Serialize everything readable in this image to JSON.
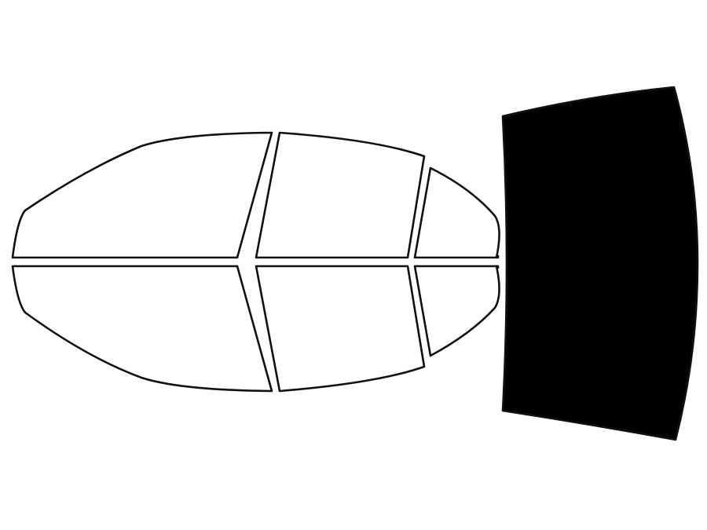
{
  "colors": {
    "background": "#ffffff",
    "outline": "#111111",
    "untinted_fill": "#ffffff",
    "tinted_fill": "#000000"
  },
  "pieces": [
    {
      "id": "windshield",
      "tinted": true
    },
    {
      "id": "top-rear-quarter-window",
      "tinted": false
    },
    {
      "id": "top-rear-door-window",
      "tinted": false
    },
    {
      "id": "top-front-door-window",
      "tinted": false
    },
    {
      "id": "top-front-vent-window",
      "tinted": false
    },
    {
      "id": "bottom-rear-quarter-window",
      "tinted": false
    },
    {
      "id": "bottom-rear-door-window",
      "tinted": false
    },
    {
      "id": "bottom-front-door-window",
      "tinted": false
    },
    {
      "id": "bottom-front-vent-window",
      "tinted": false
    }
  ]
}
